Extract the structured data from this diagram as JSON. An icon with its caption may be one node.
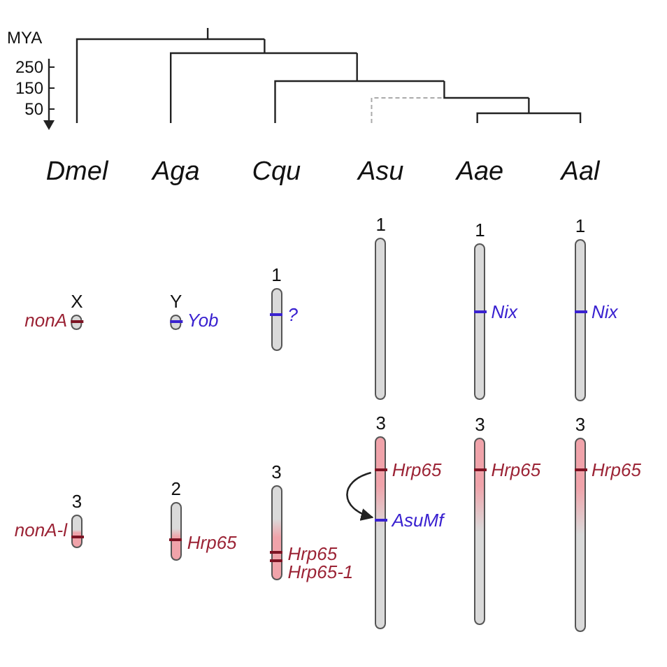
{
  "diagram": {
    "nodes": [
      {
        "text": [
          "X"
        ],
        "beside": [
          "nonA"
        ]
      },
      {
        "text": [
          "Y"
        ],
        "beside": [
          "Yob"
        ]
      },
      {
        "text": [
          "1"
        ],
        "beside": [
          "?"
        ]
      },
      {
        "text": [
          "1"
        ]
      },
      {
        "text": [
          "1"
        ],
        "beside": [
          "Nix"
        ]
      },
      {
        "text": [
          "1"
        ],
        "beside": [
          "Nix"
        ]
      },
      {
        "text": [
          "3"
        ],
        "beside": [
          "nonA-l"
        ]
      },
      {
        "text": [
          "2"
        ],
        "beside": [
          "Hrp65"
        ]
      },
      {
        "text": [
          "3"
        ],
        "beside": [
          "Hrp65",
          "Hrp65-1"
        ]
      },
      {
        "text": [
          "3"
        ],
        "beside": [
          "Hrp65",
          "AsuMf"
        ]
      },
      {
        "text": [],
        "shape": "bar",
        "in": 9
      },
      {
        "text": [],
        "shape": "bar",
        "in": 9
      },
      {
        "text": [
          "3"
        ],
        "beside": [
          "Hrp65"
        ]
      },
      {
        "text": [
          "3"
        ],
        "beside": [
          "Hrp65"
        ]
      }
    ],
    "edges": [
      {
        "from": 10,
        "to": 11,
        "arrow": "to"
      }
    ],
    "labels": [
      "MYA",
      "250",
      "150",
      "50",
      "Dmel",
      "Aga",
      "Cqu",
      "Asu",
      "Aae",
      "Aal"
    ]
  }
}
